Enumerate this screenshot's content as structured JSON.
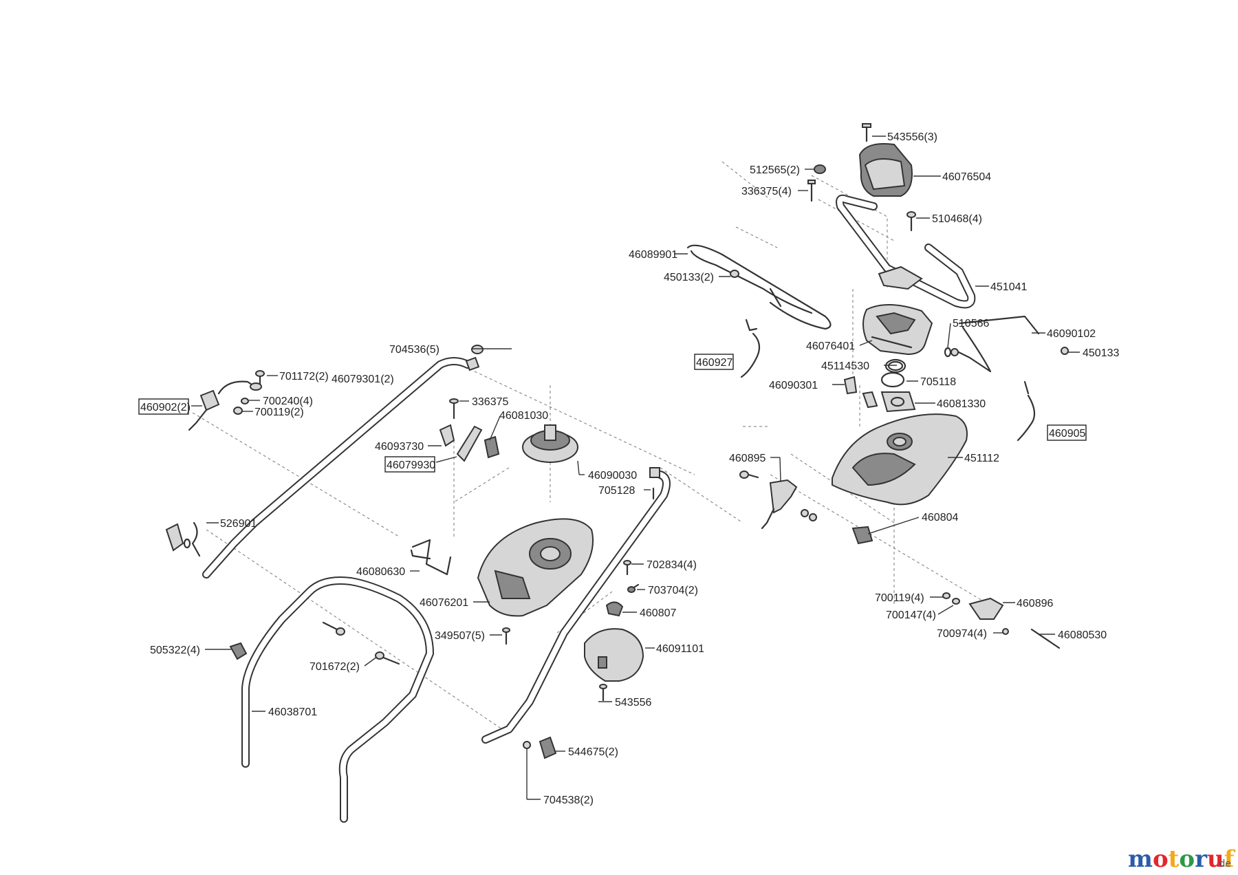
{
  "labels": {
    "l543556_3": "543556(3)",
    "l46076504": "46076504",
    "l512565_2": "512565(2)",
    "l336375_4": "336375(4)",
    "l510468_4": "510468(4)",
    "l46089901": "46089901",
    "l450133_2": "450133(2)",
    "l451041": "451041",
    "l510566": "510566",
    "l46090102": "46090102",
    "l46076401": "46076401",
    "l450133": "450133",
    "l460927": "460927",
    "l45114530": "45114530",
    "l705118": "705118",
    "l46090301": "46090301",
    "l46081330": "46081330",
    "l460905": "460905",
    "l451112": "451112",
    "l460895": "460895",
    "l460804": "460804",
    "l704536_5": "704536(5)",
    "l701172_2": "701172(2)",
    "l46079301_2": "46079301(2)",
    "l700240_4": "700240(4)",
    "l460902_2": "460902(2)",
    "l700119_2": "700119(2)",
    "l336375": "336375",
    "l46081030": "46081030",
    "l46093730": "46093730",
    "l46079930": "46079930",
    "l46090030": "46090030",
    "l705128": "705128",
    "l526901": "526901",
    "l702834_4": "702834(4)",
    "l46080630": "46080630",
    "l703704_2": "703704(2)",
    "l46076201": "46076201",
    "l460807": "460807",
    "l700119_4": "700119(4)",
    "l460896": "460896",
    "l700147_4": "700147(4)",
    "l700974_4": "700974(4)",
    "l46080530": "46080530",
    "l349507_5": "349507(5)",
    "l505322_4": "505322(4)",
    "l46091101": "46091101",
    "l701672_2": "701672(2)",
    "l46038701": "46038701",
    "l543556": "543556",
    "l544675_2": "544675(2)",
    "l704538_2": "704538(2)"
  },
  "logo": {
    "letters": [
      "m",
      "o",
      "t",
      "o",
      "r",
      "u",
      "f"
    ],
    "colors": [
      "#2a5caa",
      "#e3262c",
      "#f3a91d",
      "#2a9a45",
      "#2a5caa",
      "#e3262c",
      "#f3a91d"
    ],
    "suffix": ".de"
  }
}
